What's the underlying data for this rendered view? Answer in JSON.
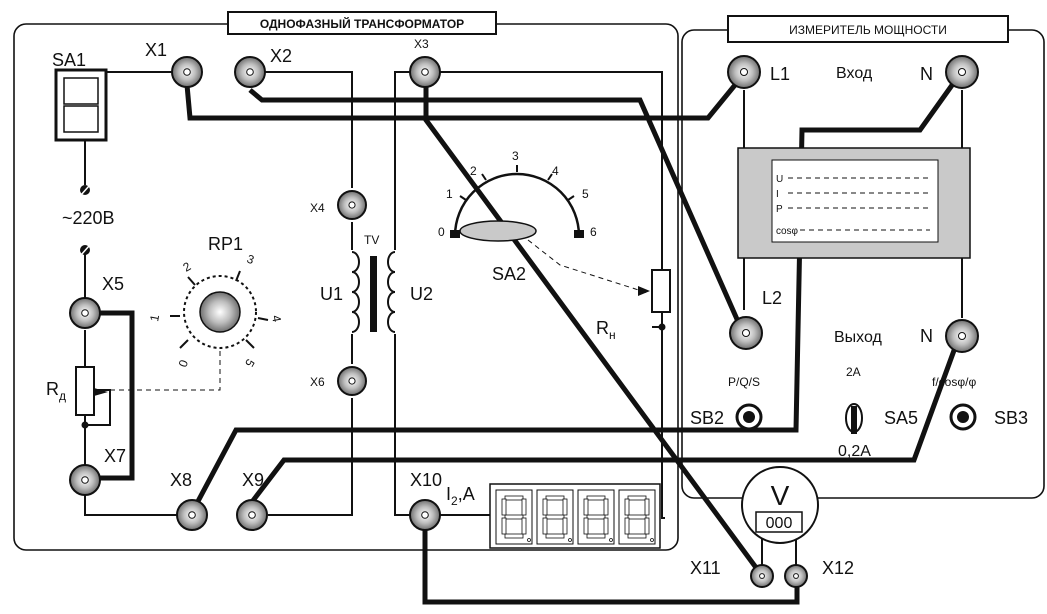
{
  "transformer": {
    "title": "ОДНОФАЗНЫЙ ТРАНСФОРМАТОР",
    "sa1": "SA1",
    "supply": "~220В",
    "rp1": "RP1",
    "rp1_ticks": [
      "0",
      "1",
      "2",
      "3",
      "4",
      "5"
    ],
    "rd_main": "R",
    "rd_sub": "д",
    "tv": "TV",
    "u1": "U1",
    "u2": "U2",
    "sa2": "SA2",
    "sa2_ticks": [
      "0",
      "1",
      "2",
      "3",
      "4",
      "5",
      "6"
    ],
    "rn_main": "R",
    "rn_sub": "н",
    "i2_main": "I",
    "i2_sub": "2",
    "i2_unit": ",A",
    "terminals": {
      "x1": "X1",
      "x2": "X2",
      "x3": "X3",
      "x4": "X4",
      "x5": "X5",
      "x6": "X6",
      "x7": "X7",
      "x8": "X8",
      "x9": "X9",
      "x10": "X10",
      "x11": "X11",
      "x12": "X12"
    }
  },
  "power_meter": {
    "title": "ИЗМЕРИТЕЛЬ МОЩНОСТИ",
    "l1": "L1",
    "l2": "L2",
    "n_in": "N",
    "n_out": "N",
    "input": "Вход",
    "output": "Выход",
    "display_rows": [
      "U",
      "I",
      "P",
      "cosφ"
    ],
    "sb2_label": "P/Q/S",
    "sb2": "SB2",
    "sa5": "SA5",
    "sa5_top": "2A",
    "sa5_bottom": "0,2A",
    "sb3_label": "f/cosφ/φ",
    "sb3": "SB3"
  },
  "voltmeter": {
    "symbol": "V",
    "reading": "000"
  }
}
